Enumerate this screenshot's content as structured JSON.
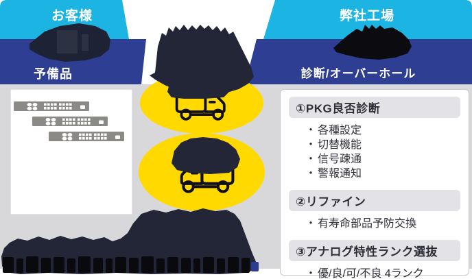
{
  "diagram_title": "",
  "left_group": {
    "banner_title": "お客様",
    "ribbon_label": "予備品",
    "icon": "building-icon",
    "equipment_icon": "rack-equipment-icon",
    "equipment_count": 3
  },
  "right_group": {
    "banner_title": "弊社工場",
    "ribbon_label": "診断/オーバーホール",
    "icon": "factory-icon"
  },
  "transport": {
    "to_factory_icon": "truck-right-icon",
    "to_customer_icon": "truck-left-icon"
  },
  "process_panel": {
    "bullet": "・",
    "sections": [
      {
        "header": "①PKG良否診断",
        "items": [
          "各種設定",
          "切替機能",
          "信号疎通",
          "警報通知"
        ]
      },
      {
        "header": "②リファイン",
        "items": [
          "有寿命部品予防交換"
        ]
      },
      {
        "header": "③アナログ特性ランク選抜",
        "items": [
          "優/良/可/不良 4ランク"
        ]
      }
    ]
  },
  "colors": {
    "cyan_banner": "#1cb4e2",
    "blue_ribbon": "#2e3e92",
    "yellow_circle": "#ffd900",
    "dark_navy_blob": "#232636",
    "icon_black": "#0b0b10",
    "backdrop_gray": "#d8d8da",
    "equipment_gray": "#8b8a87",
    "section_header_gray": "#e3e3e7",
    "text_dark": "#2e2e38",
    "label_white": "#ffffff"
  }
}
